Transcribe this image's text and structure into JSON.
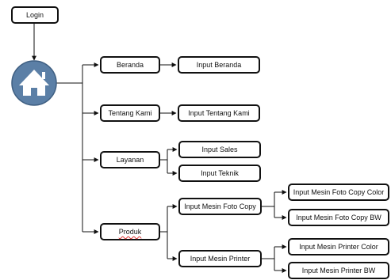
{
  "nodes": {
    "login": "Login",
    "beranda": "Beranda",
    "input_beranda": "Input Beranda",
    "tentang_kami": "Tentang Kami",
    "input_tentang_kami": "Input Tentang Kami",
    "layanan": "Layanan",
    "input_sales": "Input Sales",
    "input_teknik": "Input Teknik",
    "produk": "Produk",
    "input_mesin_foto_copy": "Input Mesin Foto Copy",
    "input_mesin_printer": "Input Mesin Printer",
    "input_mesin_foto_copy_color": "Input Mesin Foto Copy Color",
    "input_mesin_foto_copy_bw": "Input Mesin Foto Copy BW",
    "input_mesin_printer_color": "Input Mesin Printer Color",
    "input_mesin_printer_bw": "Input Mesin Printer BW"
  },
  "icons": {
    "home": "home-icon"
  },
  "colors": {
    "home_circle": "#5b7fa6",
    "home_house": "#ffffff",
    "line": "#111111"
  }
}
